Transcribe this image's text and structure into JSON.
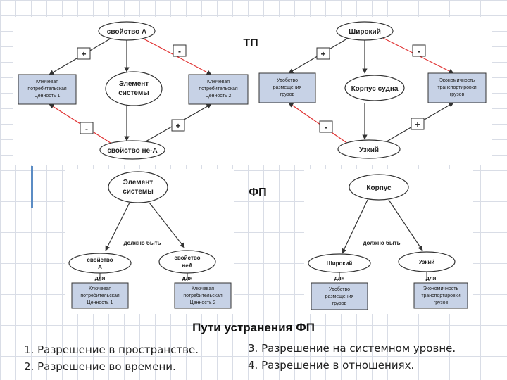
{
  "tp": {
    "label": "ТП",
    "left": {
      "top": "свойство А",
      "center": [
        "Элемент",
        "системы"
      ],
      "bottom": "свойство не-А",
      "box_left": [
        "Ключевая",
        "потребительская",
        "Ценность 1"
      ],
      "box_right": [
        "Ключевая",
        "потребительская",
        "Ценность 2"
      ],
      "sign_top_left": "+",
      "sign_top_right": "-",
      "sign_bottom_left": "-",
      "sign_bottom_right": "+"
    },
    "right": {
      "top": "Широкий",
      "center": "Корпус судна",
      "bottom": "Узкий",
      "box_left": [
        "Удобство",
        "размещения",
        "грузов"
      ],
      "box_right": [
        "Экономичность",
        "транспортировки",
        "грузов"
      ],
      "sign_top_left": "+",
      "sign_top_right": "-",
      "sign_bottom_left": "-",
      "sign_bottom_right": "+"
    }
  },
  "fp": {
    "label": "ФП",
    "left": {
      "top": [
        "Элемент",
        "системы"
      ],
      "must_be": "должно быть",
      "node_left": [
        "свойство",
        "А"
      ],
      "node_right": [
        "свойство",
        "неА"
      ],
      "for_left": "для",
      "for_right": "для",
      "box_left": [
        "Ключевая",
        "потребительская",
        "Ценность 1"
      ],
      "box_right": [
        "Ключевая",
        "потребительская",
        "Ценность 2"
      ]
    },
    "right": {
      "top": "Корпус",
      "must_be": "должно быть",
      "node_left": "Широкий",
      "node_right": "Узкий",
      "for_left": "для",
      "for_right": "для",
      "box_left": [
        "Удобство",
        "размещения",
        "грузов"
      ],
      "box_right": [
        "Экономичность",
        "транспортировки",
        "грузов"
      ]
    }
  },
  "footer": {
    "title": "Пути устранения ФП",
    "item1": "1. Разрешение в пространстве.",
    "item2": "2. Разрешение во времени.",
    "item3": "3. Разрешение на системном уровне.",
    "item4": "4. Разрешение в отношениях."
  },
  "colors": {
    "box_fill": "#c7d2e6",
    "ellipse_fill": "#ffffff",
    "arrow": "#333333",
    "red_line": "#e03030"
  }
}
